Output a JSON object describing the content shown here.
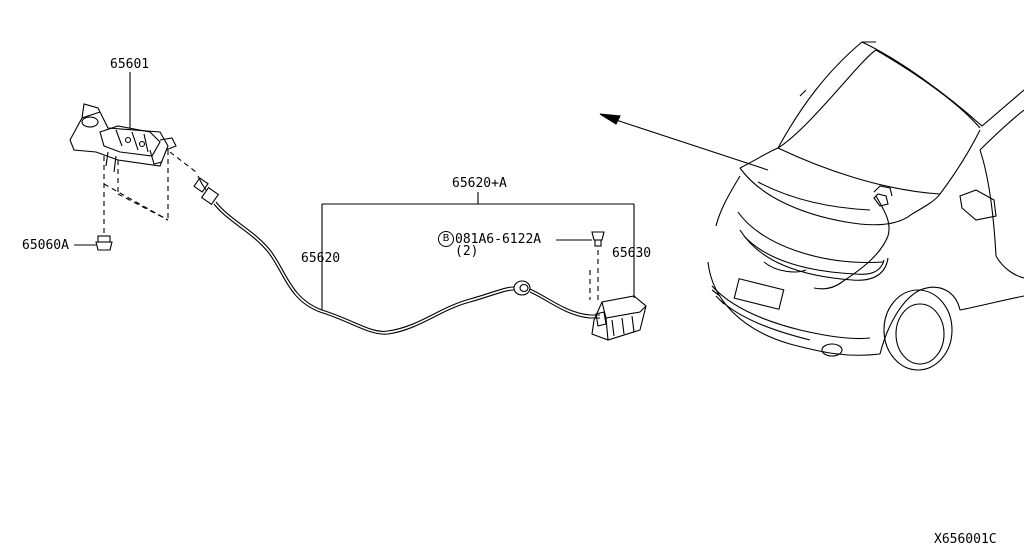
{
  "parts": {
    "hood_lock": "65601",
    "bolt": "65060A",
    "cable_assembly": "65620+A",
    "cable": "65620",
    "fastener_code": "B",
    "fastener_part": "081A6-6122A",
    "fastener_qty": "(2)",
    "release_handle": "65630"
  },
  "diagram_id": "X656001C"
}
